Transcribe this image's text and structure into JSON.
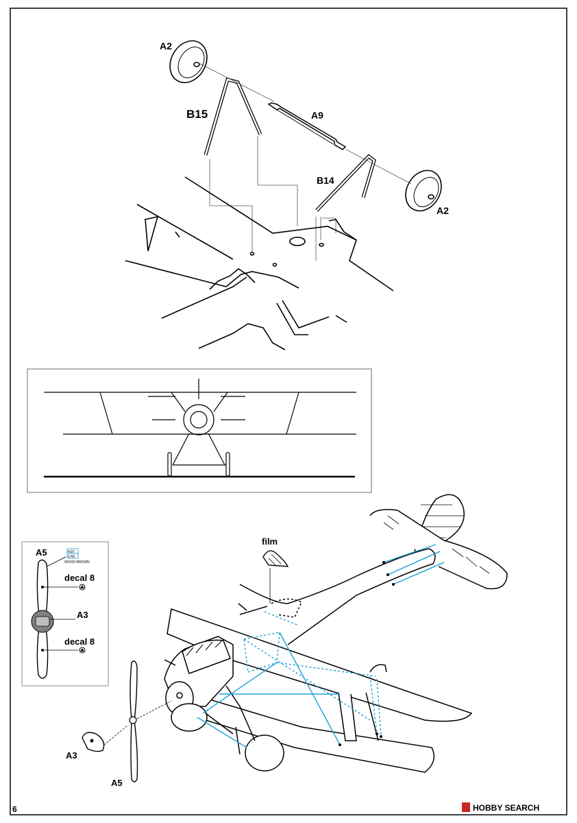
{
  "page": {
    "number": "6"
  },
  "watermark": {
    "text": "HOBBY SEARCH"
  },
  "step_landing_gear": {
    "labels": {
      "wheel_left": "A2",
      "wheel_right": "A2",
      "strut_left": "B15",
      "strut_right": "B14",
      "axle": "A9"
    }
  },
  "front_view": {},
  "propeller_detail": {
    "labels": {
      "blade": "A5",
      "hub": "A3",
      "decal_top": "decal 8",
      "decal_bottom": "decal 8"
    },
    "paint": {
      "code1": "H37",
      "code2": "C43",
      "name": "WOOD BROWN"
    }
  },
  "final_assembly": {
    "labels": {
      "film": "film",
      "spinner": "A3",
      "propeller": "A5"
    }
  },
  "colors": {
    "rigging": "#1aa1d6",
    "line": "#000000",
    "frame": "#b5b5b5"
  }
}
